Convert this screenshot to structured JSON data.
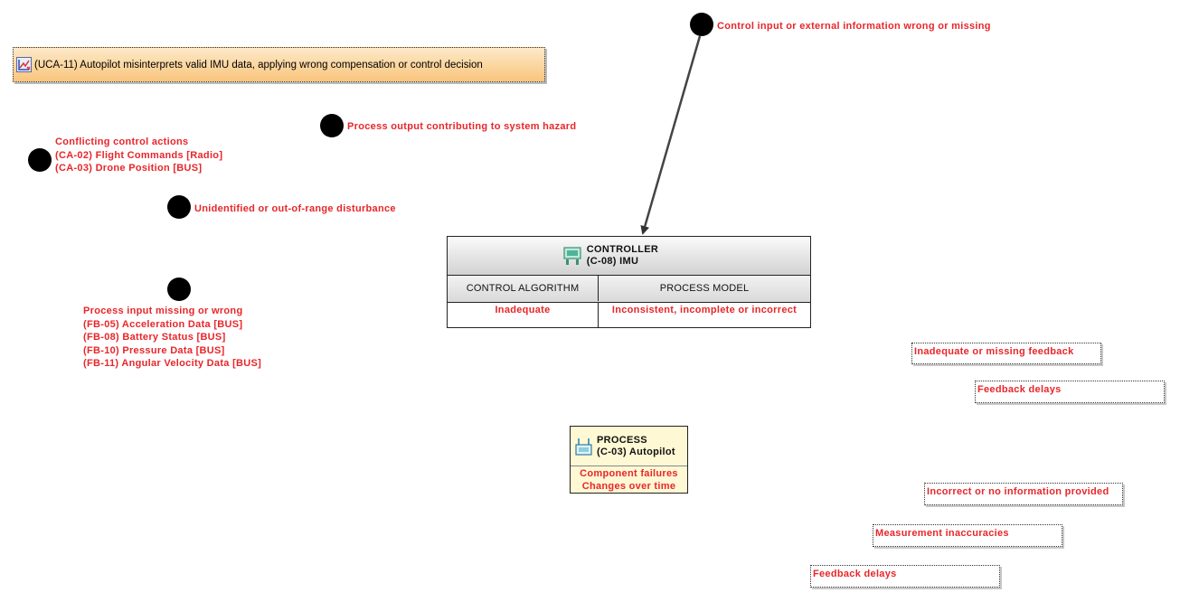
{
  "uca_note": "(UCA-11) Autopilot misinterprets valid IMU data, applying wrong compensation or control decision",
  "controller": {
    "title": "CONTROLLER",
    "name": "(C-08) IMU",
    "col_algorithm": "CONTROL ALGORITHM",
    "col_model": "PROCESS MODEL",
    "algorithm_value": "Inadequate",
    "model_value": "Inconsistent, incomplete or incorrect"
  },
  "process": {
    "title": "PROCESS",
    "name": "(C-03) Autopilot",
    "line1": "Component failures",
    "line2": "Changes over time"
  },
  "points": {
    "control_input": "Control input or external information wrong or missing",
    "process_output": "Process output contributing to system hazard",
    "conflicting": {
      "title": "Conflicting control actions",
      "items": [
        "(CA-02) Flight Commands [Radio]",
        "(CA-03) Drone Position [BUS]"
      ]
    },
    "disturbance": "Unidentified or out-of-range disturbance",
    "process_input": {
      "title": "Process input missing or wrong",
      "items": [
        "(FB-05) Acceleration Data [BUS]",
        "(FB-08) Battery Status [BUS]",
        "(FB-10) Pressure Data [BUS]",
        "(FB-11) Angular Velocity Data [BUS]"
      ]
    }
  },
  "feedback_boxes": {
    "inadequate_feedback": "Inadequate or missing feedback",
    "feedback_delays_1": "Feedback delays",
    "incorrect_info": "Incorrect or no information provided",
    "measurement": "Measurement inaccuracies",
    "feedback_delays_2": "Feedback delays"
  },
  "colors": {
    "hazard_text": "#e8262a",
    "uca_fill": "#f9c57c",
    "process_fill": "#fff8d4",
    "controller_header": "#d2d2d2"
  },
  "icons": {
    "uca": "uca-icon",
    "controller": "controller-icon",
    "process": "process-icon"
  }
}
